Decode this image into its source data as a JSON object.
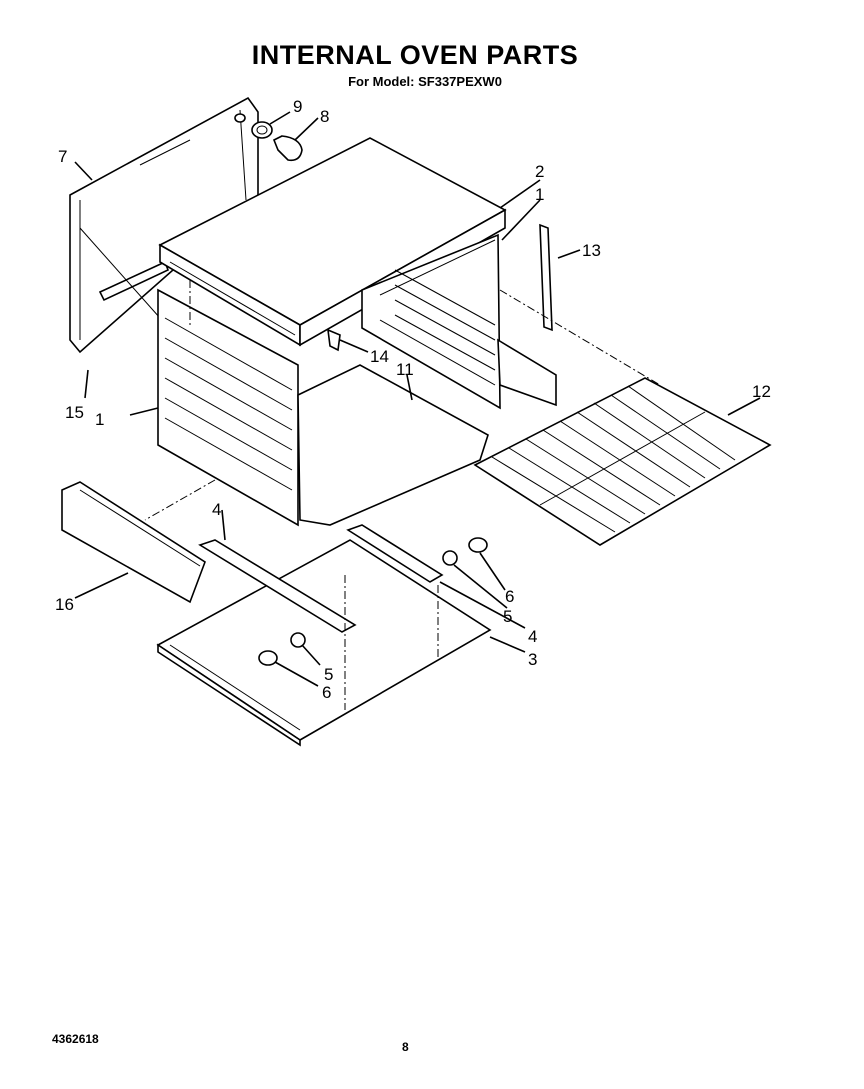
{
  "header": {
    "title": "INTERNAL OVEN PARTS",
    "subtitle": "For Model: SF337PEXW0"
  },
  "footer": {
    "doc_number": "4362618",
    "page_number": "8"
  },
  "callouts": {
    "c1a": "1",
    "c1b": "1",
    "c2": "2",
    "c3": "3",
    "c4a": "4",
    "c4b": "4",
    "c5a": "5",
    "c5b": "5",
    "c6a": "6",
    "c6b": "6",
    "c7": "7",
    "c8": "8",
    "c9": "9",
    "c11": "11",
    "c12": "12",
    "c13": "13",
    "c14": "14",
    "c15": "15",
    "c16": "16"
  }
}
